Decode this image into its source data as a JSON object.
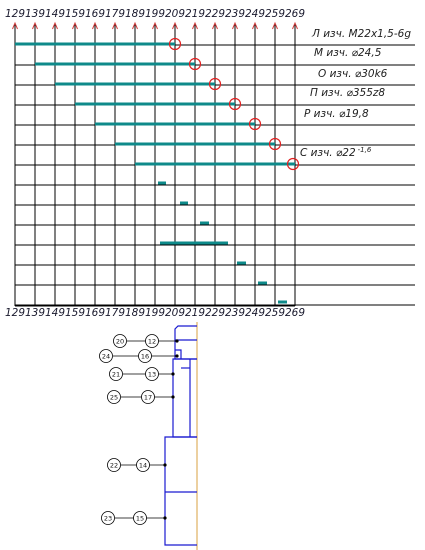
{
  "axis_top": {
    "ticks": [
      "129",
      "139",
      "149",
      "159",
      "169",
      "179",
      "189",
      "199",
      "209",
      "219",
      "229",
      "239",
      "249",
      "259",
      "269"
    ]
  },
  "axis_bottom": {
    "ticks": [
      "129",
      "139",
      "149",
      "159",
      "169",
      "179",
      "189",
      "199",
      "209",
      "219",
      "229",
      "239",
      "249",
      "259",
      "269"
    ]
  },
  "labels": [
    {
      "text": "Л изч.  М22x1,5-6g"
    },
    {
      "text": "М изч.  ⌀24,5"
    },
    {
      "text": "О изч. ⌀30k6"
    },
    {
      "text": "П изч. ⌀355z8"
    },
    {
      "text": "Р изч.  ⌀19,8"
    },
    {
      "text": "С изч.  ⌀22",
      "sup": "-1,6"
    }
  ],
  "balloons": [
    {
      "left": "20",
      "right": "12"
    },
    {
      "left": "24",
      "right": "16"
    },
    {
      "left": "21",
      "right": "13"
    },
    {
      "left": "25",
      "right": "17"
    },
    {
      "left": "22",
      "right": "14"
    },
    {
      "left": "23",
      "right": "15"
    }
  ],
  "colors": {
    "grid": "#000000",
    "bar": "#0e8a8a",
    "marker": "#e02020",
    "part": "#1a1ad0",
    "axis_line": "#d9a040",
    "arrow": "#d04040"
  }
}
